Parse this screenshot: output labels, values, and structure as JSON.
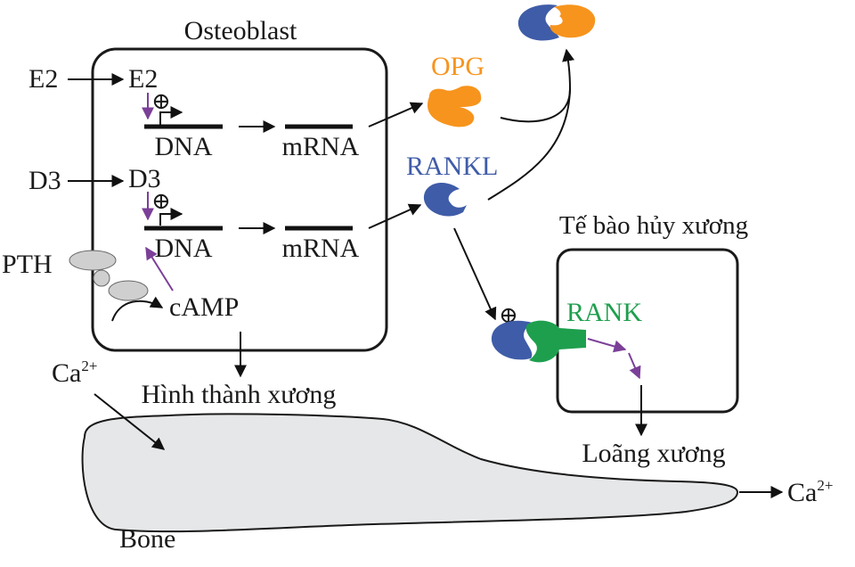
{
  "colors": {
    "opg": "#f7941d",
    "rankl": "#3f5ca8",
    "rank": "#1e9f4e",
    "signal_arrow": "#7b3f98",
    "bone_fill": "#e6e7e8",
    "receptor_fill": "#cfcfcf"
  },
  "labels": {
    "osteoblast": "Osteoblast",
    "e2_in": "E2",
    "e2": "E2",
    "d3_in": "D3",
    "d3": "D3",
    "plus": "⊕",
    "dna": "DNA",
    "mrna": "mRNA",
    "pth": "PTH",
    "camp": "cAMP",
    "opg": "OPG",
    "rankl": "RANKL",
    "osteoclast": "Tế bào hủy xương",
    "rank": "RANK",
    "bone_formation": "Hình thành xương",
    "osteoporosis": "Loãng xương",
    "bone": "Bone",
    "ca": "Ca",
    "ca_charge": "2+"
  },
  "icons": {
    "plus": "plus-circle-icon",
    "promoter": "promoter-arrow-icon"
  }
}
